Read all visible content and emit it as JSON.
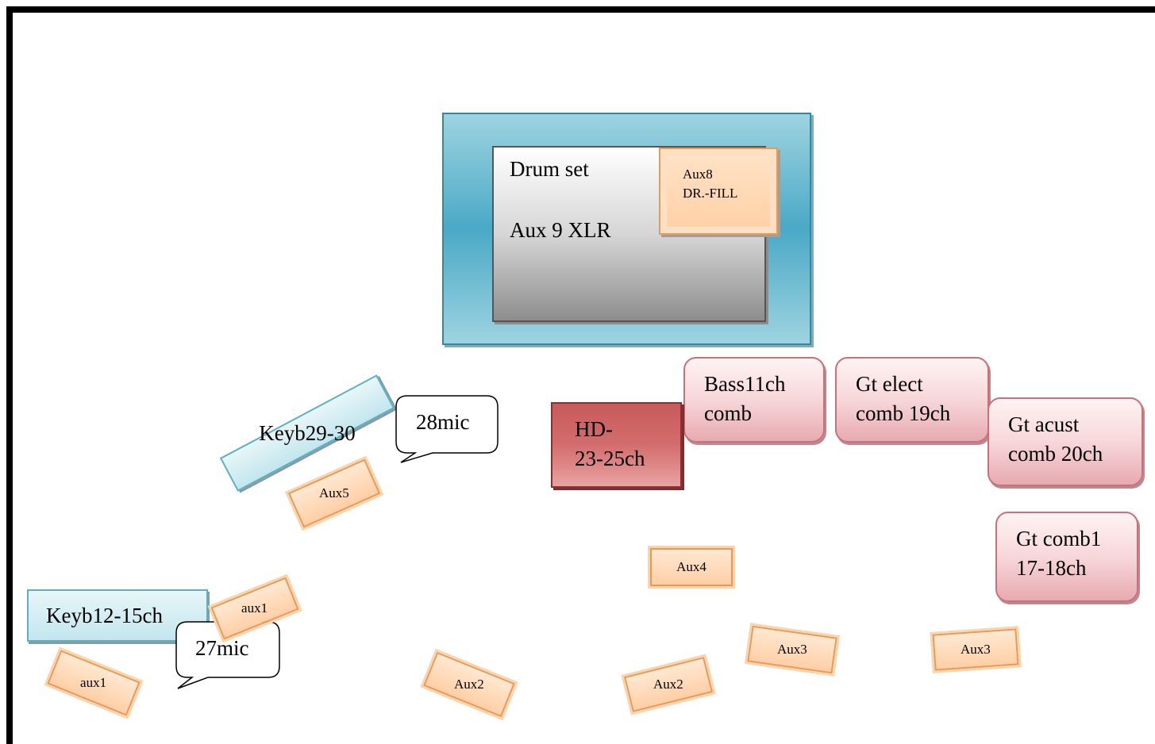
{
  "drum": {
    "title": "Drum set",
    "aux": "Aux 9 XLR",
    "fill_line1": "Aux8",
    "fill_line2": "DR.-FILL"
  },
  "amps": {
    "bass_line1": "Bass11ch",
    "bass_line2": "comb",
    "gt_elect_line1": "Gt elect",
    "gt_elect_line2": "comb 19ch",
    "gt_acust_line1": "Gt acust",
    "gt_acust_line2": "comb 20ch",
    "gt_comb_line1": "Gt comb1",
    "gt_comb_line2": "17-18ch",
    "hd_line1": "HD-",
    "hd_line2": "23-25ch"
  },
  "keys": {
    "keyb29": "Keyb29-30",
    "keyb12": "Keyb12-15ch"
  },
  "mics": {
    "mic28": "28mic",
    "mic27": "27mic"
  },
  "wedges": {
    "aux5": "Aux5",
    "aux1_upper": "aux1",
    "aux1_lower": "aux1",
    "aux2_left": "Aux2",
    "aux2_right": "Aux2",
    "aux3_left": "Aux3",
    "aux3_right": "Aux3",
    "aux4": "Aux4"
  }
}
